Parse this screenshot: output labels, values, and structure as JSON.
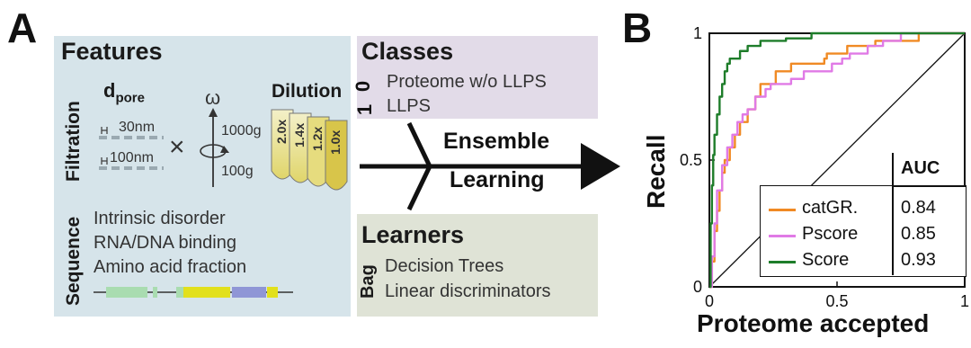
{
  "panel_a": {
    "letter": "A",
    "features": {
      "title": "Features",
      "filtration_label": "Filtration",
      "dpore_label": "d",
      "dpore_sub": "pore",
      "pore_30": "30nm",
      "pore_100": "100nm",
      "omega": "ω",
      "g_1000": "1000g",
      "g_100": "100g",
      "dilution_label": "Dilution",
      "dilutions": [
        "2.0x",
        "1.4x",
        "1.2x",
        "1.0x"
      ],
      "sequence_label": "Sequence",
      "sequence_items": [
        "Intrinsic disorder",
        "RNA/DNA binding",
        "Amino acid fraction"
      ]
    },
    "classes": {
      "title": "Classes",
      "rows": [
        {
          "code": "0",
          "label": "Proteome w/o LLPS"
        },
        {
          "code": "1",
          "label": "LLPS"
        }
      ]
    },
    "ensemble": {
      "line1": "Ensemble",
      "line2": "Learning"
    },
    "learners": {
      "title": "Learners",
      "bag_label": "Bag",
      "items": [
        "Decision Trees",
        "Linear discriminators"
      ]
    },
    "colors": {
      "features_bg": "#d6e4ea",
      "classes_bg": "#e2dbe8",
      "learners_bg": "#dfe3d6",
      "seg_green": "#a9dcb0",
      "seg_yellow": "#e2e01c",
      "seg_blue": "#8f96d6"
    }
  },
  "panel_b": {
    "letter": "B",
    "legend_header": "AUC",
    "legend": [
      {
        "name": "catGR.",
        "auc": "0.84",
        "color": "#f08a24"
      },
      {
        "name": "Pscore",
        "auc": "0.85",
        "color": "#e07ae6"
      },
      {
        "name": "Score",
        "auc": "0.93",
        "color": "#1e7d2a"
      }
    ],
    "xticks": [
      "0",
      "0.5",
      "1"
    ],
    "yticks": [
      "0",
      "0.5",
      "1"
    ]
  },
  "chart_data": {
    "type": "line",
    "xlabel": "Proteome accepted",
    "ylabel": "Recall",
    "xlim": [
      0,
      1
    ],
    "ylim": [
      0,
      1
    ],
    "grid": false,
    "legend_position": "bottom-right",
    "diagonal": true,
    "series": [
      {
        "name": "catGR.",
        "color": "#f08a24",
        "x": [
          0,
          0.01,
          0.02,
          0.03,
          0.04,
          0.05,
          0.06,
          0.08,
          0.1,
          0.12,
          0.15,
          0.18,
          0.2,
          0.23,
          0.26,
          0.3,
          0.32,
          0.4,
          0.45,
          0.46,
          0.52,
          0.54,
          0.62,
          0.65,
          0.8,
          0.82,
          0.87,
          0.88,
          1.0
        ],
        "y": [
          0,
          0.1,
          0.22,
          0.3,
          0.38,
          0.45,
          0.5,
          0.55,
          0.6,
          0.65,
          0.7,
          0.75,
          0.8,
          0.8,
          0.85,
          0.85,
          0.88,
          0.88,
          0.9,
          0.92,
          0.92,
          0.95,
          0.95,
          0.97,
          0.97,
          1.0,
          1.0,
          1.0,
          1.0
        ]
      },
      {
        "name": "Pscore",
        "color": "#e07ae6",
        "x": [
          0,
          0.01,
          0.02,
          0.03,
          0.05,
          0.07,
          0.09,
          0.11,
          0.13,
          0.15,
          0.18,
          0.22,
          0.24,
          0.28,
          0.32,
          0.37,
          0.42,
          0.48,
          0.52,
          0.55,
          0.62,
          0.68,
          0.72,
          0.75,
          1.0
        ],
        "y": [
          0,
          0.12,
          0.25,
          0.38,
          0.48,
          0.55,
          0.6,
          0.65,
          0.68,
          0.7,
          0.75,
          0.78,
          0.8,
          0.8,
          0.82,
          0.85,
          0.85,
          0.88,
          0.9,
          0.92,
          0.95,
          0.97,
          0.97,
          1.0,
          1.0
        ]
      },
      {
        "name": "Score",
        "color": "#1e7d2a",
        "x": [
          0,
          0.005,
          0.01,
          0.015,
          0.02,
          0.03,
          0.04,
          0.05,
          0.06,
          0.07,
          0.08,
          0.1,
          0.12,
          0.15,
          0.2,
          0.25,
          0.3,
          0.4,
          0.5,
          0.6,
          0.7,
          1.0
        ],
        "y": [
          0,
          0.25,
          0.4,
          0.52,
          0.6,
          0.68,
          0.75,
          0.8,
          0.85,
          0.88,
          0.9,
          0.9,
          0.93,
          0.95,
          0.97,
          0.97,
          0.98,
          1.0,
          1.0,
          1.0,
          1.0,
          1.0
        ]
      }
    ]
  }
}
